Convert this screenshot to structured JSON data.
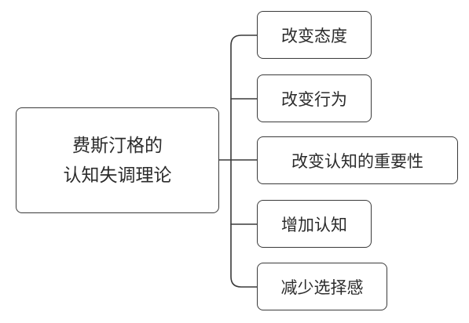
{
  "root": {
    "line1": "费斯汀格的",
    "line2": "认知失调理论"
  },
  "children": [
    {
      "label": "改变态度"
    },
    {
      "label": "改变行为"
    },
    {
      "label": "改变认知的重要性"
    },
    {
      "label": "增加认知"
    },
    {
      "label": "减少选择感"
    }
  ]
}
